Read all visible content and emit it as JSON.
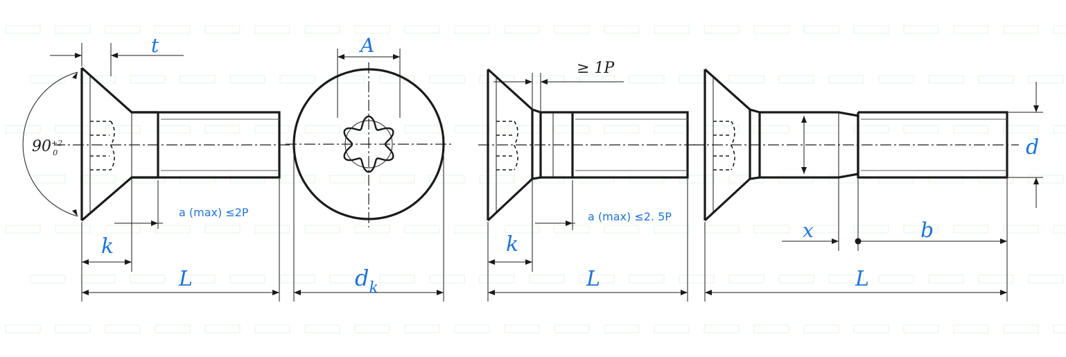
{
  "labels": {
    "t": "t",
    "A": "A",
    "angle_main": "90",
    "angle_sup": "+2",
    "angle_sub": "0",
    "thread_run_out_1": "a (max) ≤2P",
    "k_view1": "k",
    "L_view1": "L",
    "dk_main": "d",
    "dk_sub": "k",
    "min_1p": "≥ 1P",
    "k_view3": "k",
    "thread_run_out_2": "a (max) ≤2. 5P",
    "L_view3": "L",
    "x": "x",
    "b": "b",
    "L_view4": "L",
    "d": "d"
  },
  "colors": {
    "label": "#1e73d6",
    "line": "#1a1a1a",
    "watermark": "#b9e6b9"
  }
}
